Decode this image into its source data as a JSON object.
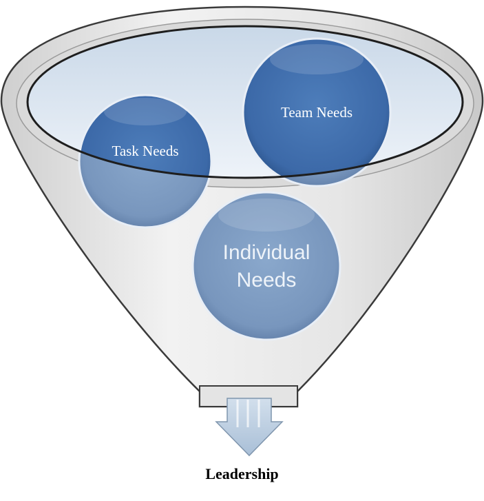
{
  "diagram": {
    "circles": [
      {
        "id": "task",
        "label": "Task Needs"
      },
      {
        "id": "team",
        "label": "Team Needs"
      },
      {
        "id": "individual",
        "label_lines": [
          "Individual",
          "Needs"
        ]
      }
    ],
    "output_label": "Leadership"
  },
  "colors": {
    "funnel_fill": "#e9e9e9",
    "funnel_stroke": "#3a3a3a",
    "funnel_mouth": "#dce7f2",
    "sphere_dark": "#3f6fae",
    "sphere_light": "#7f9ec4",
    "arrow_fill": "#b7c9dd",
    "arrow_stroke": "#7f95ad"
  }
}
